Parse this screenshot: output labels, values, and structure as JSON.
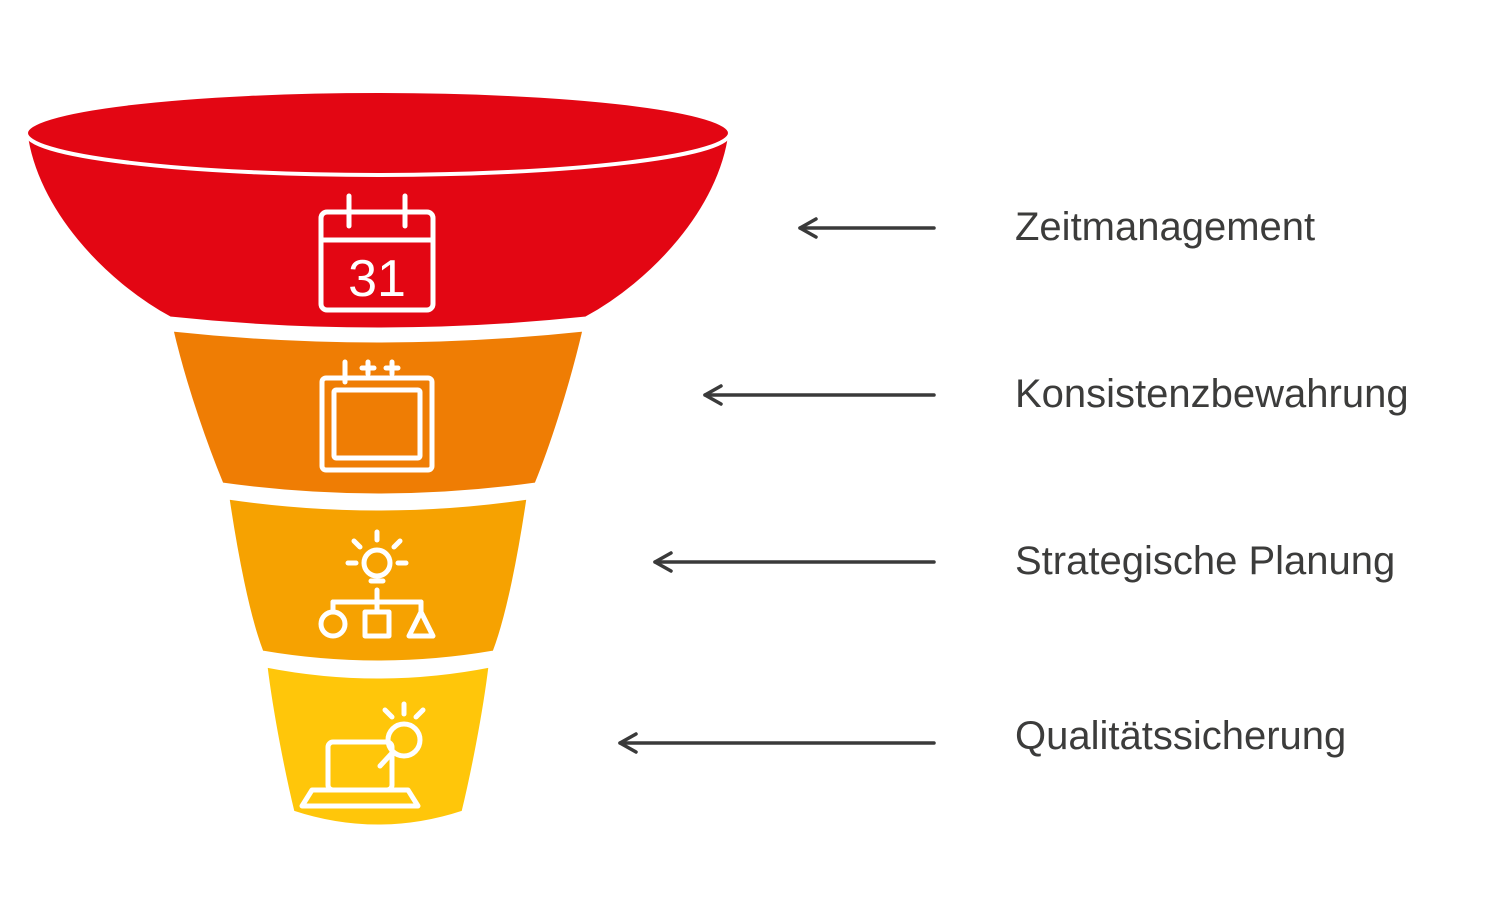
{
  "diagram": {
    "type": "funnel",
    "background_color": "#ffffff",
    "arrow_color": "#3a3a3a",
    "label_color": "#3c3c3b",
    "stages": [
      {
        "label": "Zeitmanagement",
        "color": "#e30613",
        "icon": "calendar-31-icon",
        "icon_text": "31"
      },
      {
        "label": "Konsistenzbewahrung",
        "color": "#ef7d04",
        "icon": "planner-icon"
      },
      {
        "label": "Strategische Planung",
        "color": "#f6a201",
        "icon": "strategy-flowchart-icon"
      },
      {
        "label": "Qualitätssicherung",
        "color": "#ffc60a",
        "icon": "laptop-search-icon"
      }
    ]
  }
}
